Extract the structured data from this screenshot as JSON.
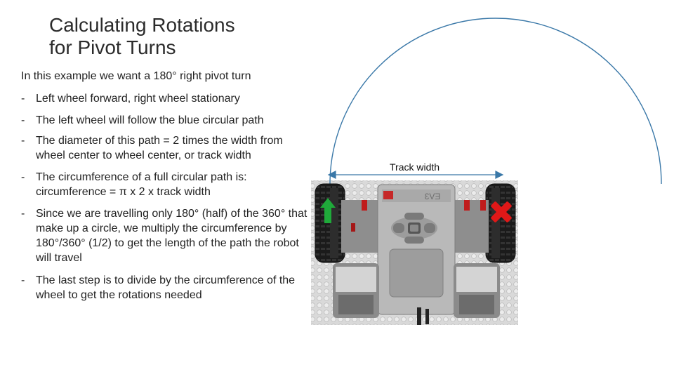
{
  "slide": {
    "title_line1": "Calculating Rotations",
    "title_line2": "for Pivot Turns",
    "intro": "In this example we want a 180° right pivot turn",
    "bullet_marker": "-",
    "bullets": [
      "Left wheel forward, right wheel stationary",
      "The left wheel will follow the blue circular path",
      "The diameter of this path = 2 times the width from wheel center to wheel center, or track width",
      "The circumference of a full circular path is: circumference = π x 2 x track width",
      "Since we are travelling only 180° (half) of the 360° that make up a circle, we multiply the circumference by 180°/360° (1/2) to get the length of the path the robot will travel",
      "The last step is to divide by the circumference of the wheel to get the rotations needed"
    ]
  },
  "diagram": {
    "track_label": "Track width",
    "brick_logo": "EV3",
    "path_color": "#3a78a8",
    "forward_arrow_color": "#1faa3a",
    "stop_marker_color": "#e01818",
    "icons": {
      "left_wheel": "forward-arrow-icon",
      "right_wheel": "stop-x-icon"
    }
  }
}
